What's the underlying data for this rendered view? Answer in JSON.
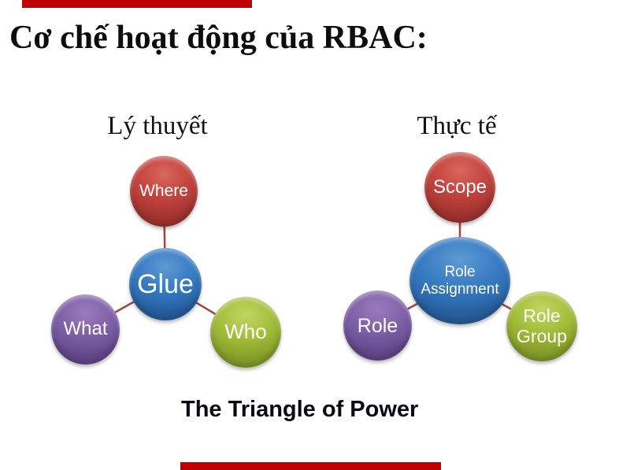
{
  "title": "Cơ chế hoạt động của RBAC:",
  "caption": "The Triangle of Power",
  "diagrams": [
    {
      "label": "Lý thuyết",
      "nodes": {
        "top": {
          "label": "Where",
          "color": "red"
        },
        "center": {
          "label": "Glue",
          "color": "blue"
        },
        "left": {
          "label": "What",
          "color": "purple"
        },
        "right": {
          "label": "Who",
          "color": "green"
        }
      }
    },
    {
      "label": "Thực tế",
      "nodes": {
        "top": {
          "label": "Scope",
          "color": "red"
        },
        "center": {
          "label": "Role Assignment",
          "color": "blue"
        },
        "left": {
          "label": "Role",
          "color": "purple"
        },
        "right": {
          "label": "Role Group",
          "color": "green"
        }
      }
    }
  ],
  "colors": {
    "node_red": "#c64641",
    "node_blue": "#3a7ec4",
    "node_purple": "#8163a9",
    "node_green": "#a6c13e",
    "connector": "#a8423f",
    "redaction": "#c00000",
    "title_text": "#0d0d0d"
  }
}
